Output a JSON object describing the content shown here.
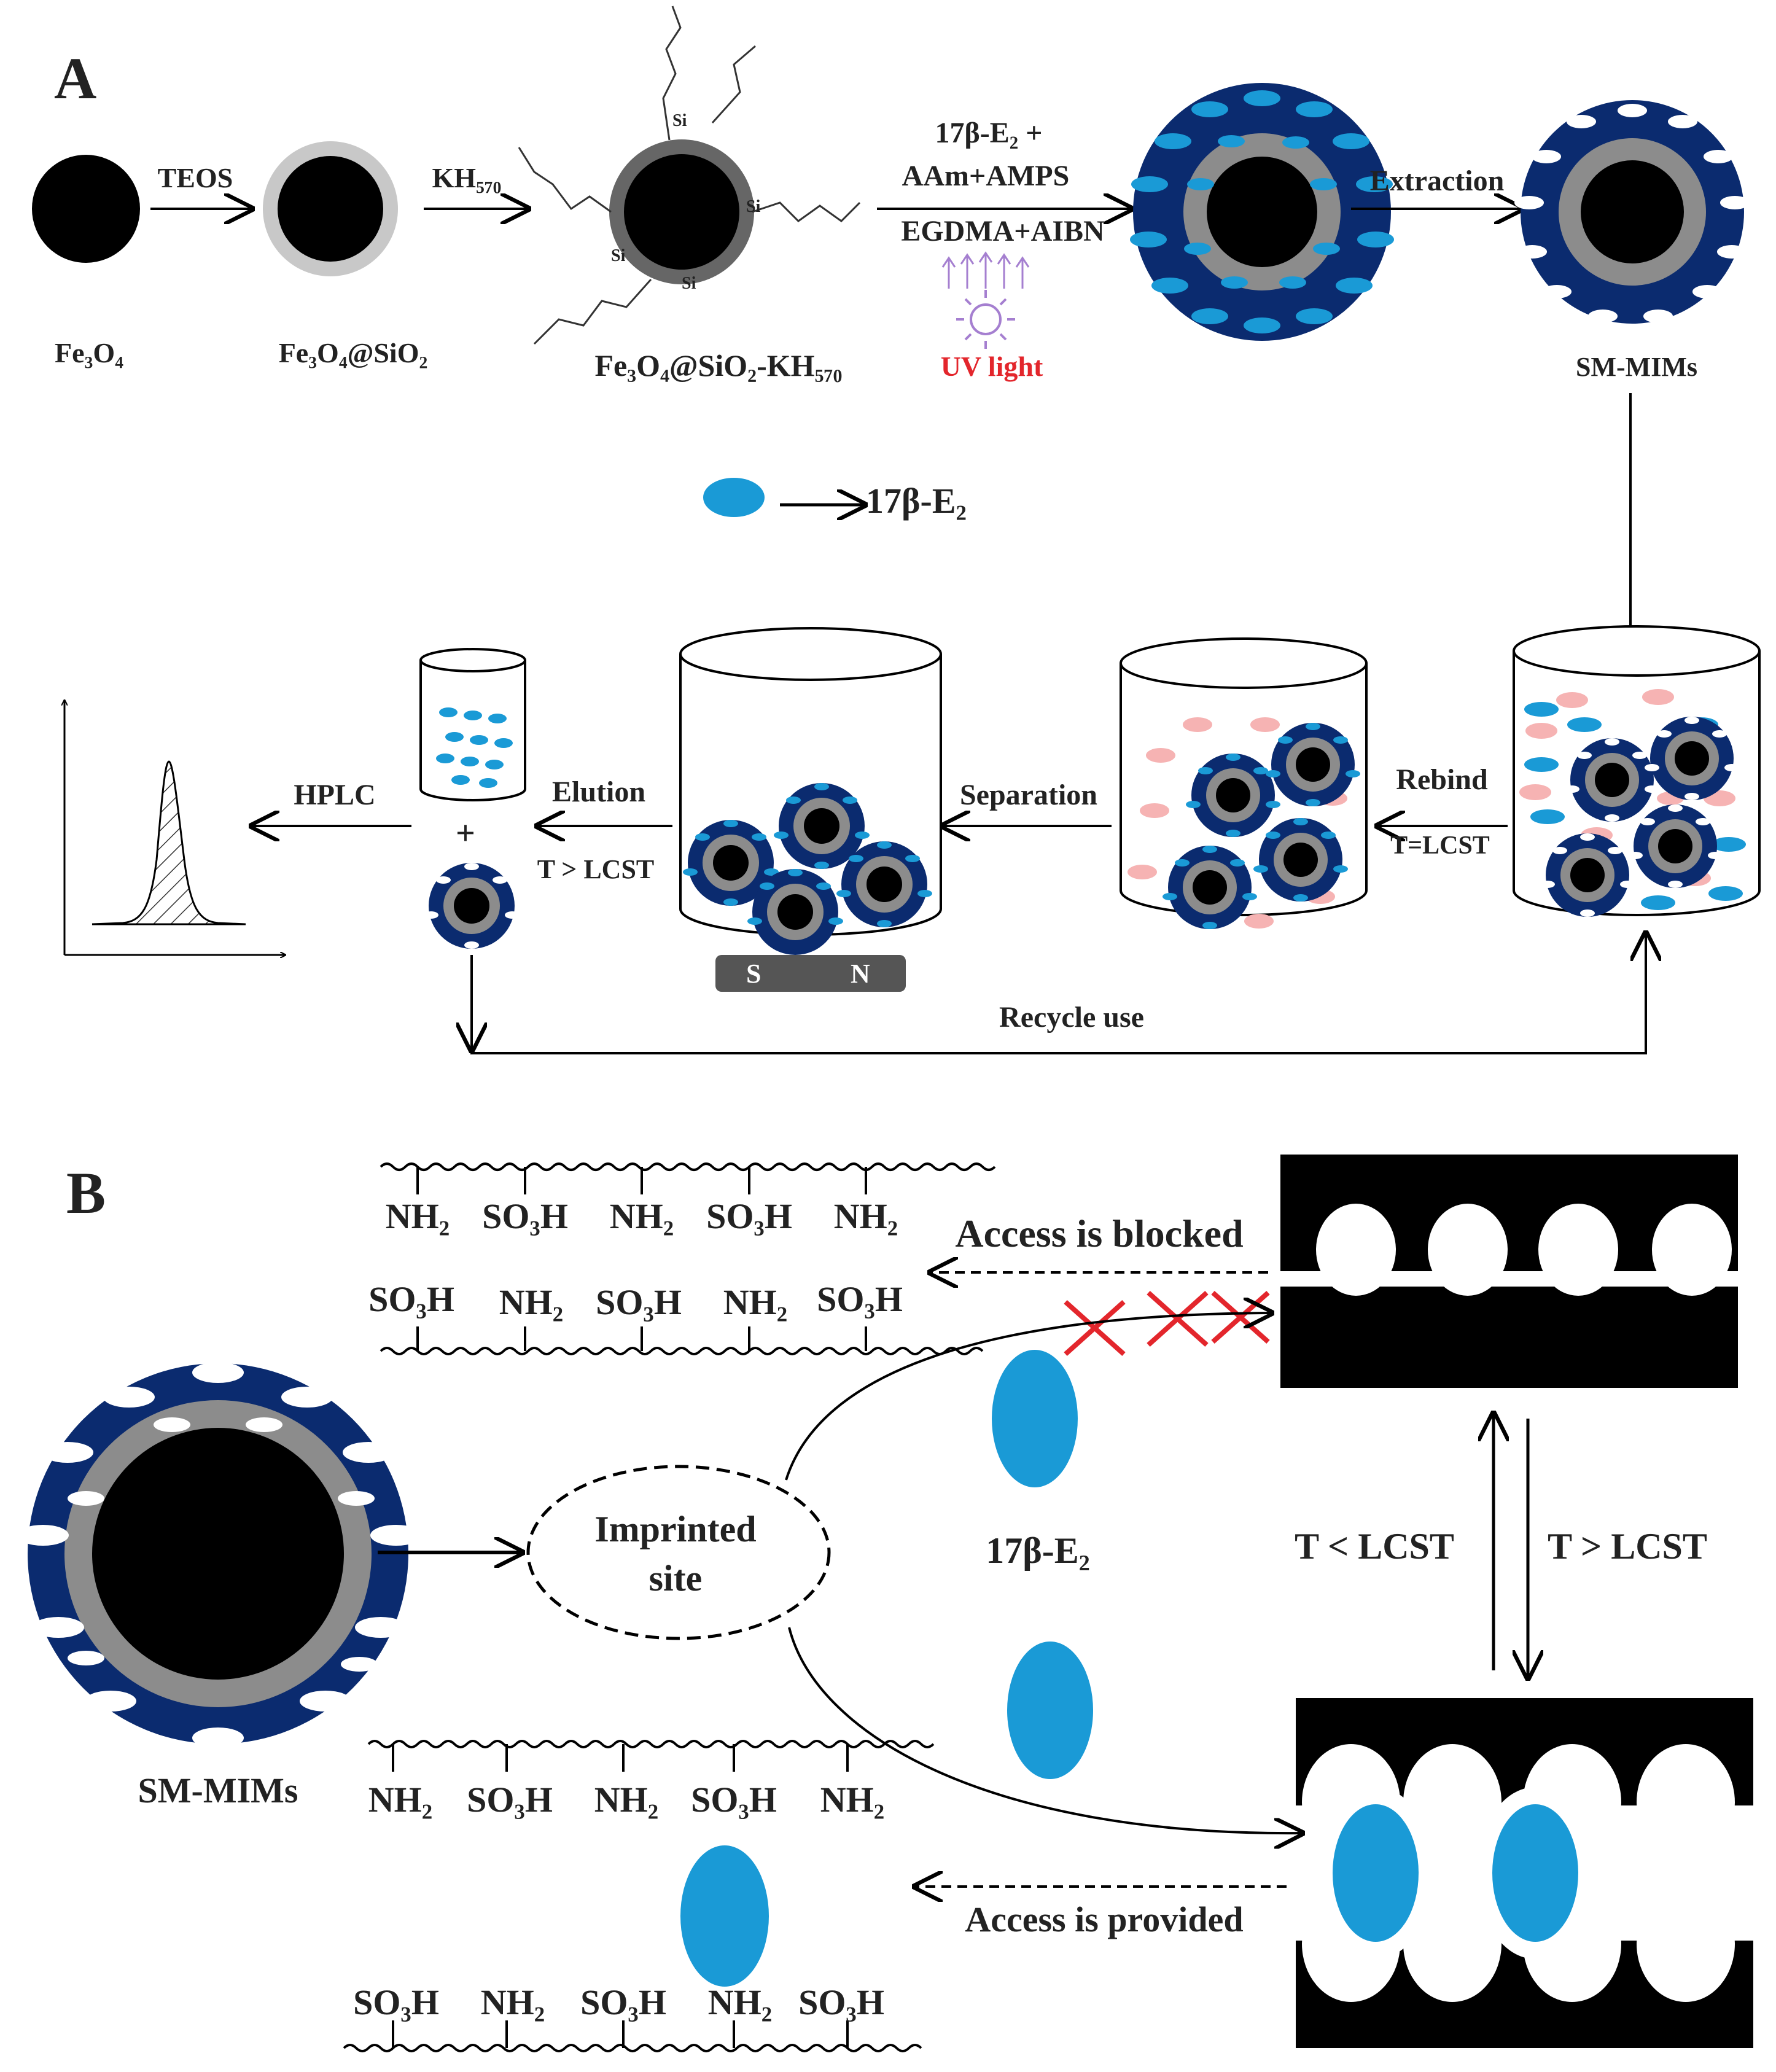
{
  "colors": {
    "navy": "#0b2b6f",
    "cyan": "#1a9ad6",
    "gray": "#8c8c8c",
    "lightgray": "#c8c8c8",
    "pink": "#f6b3b3",
    "red": "#e3262c",
    "uv": "#a57fd0",
    "black": "#000000"
  },
  "panelA": {
    "label": "A",
    "step1": {
      "reagent": "TEOS",
      "from": "Fe₃O₄",
      "to": "Fe₃O₄@SiO₂"
    },
    "step2": {
      "reagent": "KH₅₇₀",
      "to": "Fe₃O₄@SiO₂-KH₅₇₀",
      "si": "Si"
    },
    "step3": {
      "reagent_line1": "17β-E₂ +",
      "reagent_line2": "AAm+AMPS",
      "reagent_line3": "EGDMA+AIBN",
      "uv": "UV  light"
    },
    "step4": {
      "label": "Extraction",
      "product": "SM-MIMs"
    },
    "legend": "17β-E₂",
    "rebind": {
      "label": "Rebind",
      "condition": "T=LCST"
    },
    "separation": "Separation",
    "magnet": {
      "s": "S",
      "n": "N"
    },
    "elution": {
      "label": "Elution",
      "condition": "T > LCST",
      "plus": "+"
    },
    "hplc": "HPLC",
    "recycle": "Recycle use"
  },
  "panelB": {
    "label": "B",
    "top_row1": [
      "NH₂",
      "SO₃H",
      "NH₂",
      "SO₃H",
      "NH₂"
    ],
    "top_row2": [
      "SO₃H",
      "NH₂",
      "SO₃H",
      "NH₂",
      "SO₃H"
    ],
    "bottom_row1": [
      "NH₂",
      "SO₃H",
      "NH₂",
      "SO₃H",
      "NH₂"
    ],
    "bottom_row2": [
      "SO₃H",
      "NH₂",
      "SO₃H",
      "NH₂",
      "SO₃H"
    ],
    "blocked": "Access is blocked",
    "provided": "Access is provided",
    "site_line1": "Imprinted",
    "site_line2": "site",
    "analyte": "17β-E₂",
    "sm_mims": "SM-MIMs",
    "t_low": "T < LCST",
    "t_high": "T > LCST"
  }
}
